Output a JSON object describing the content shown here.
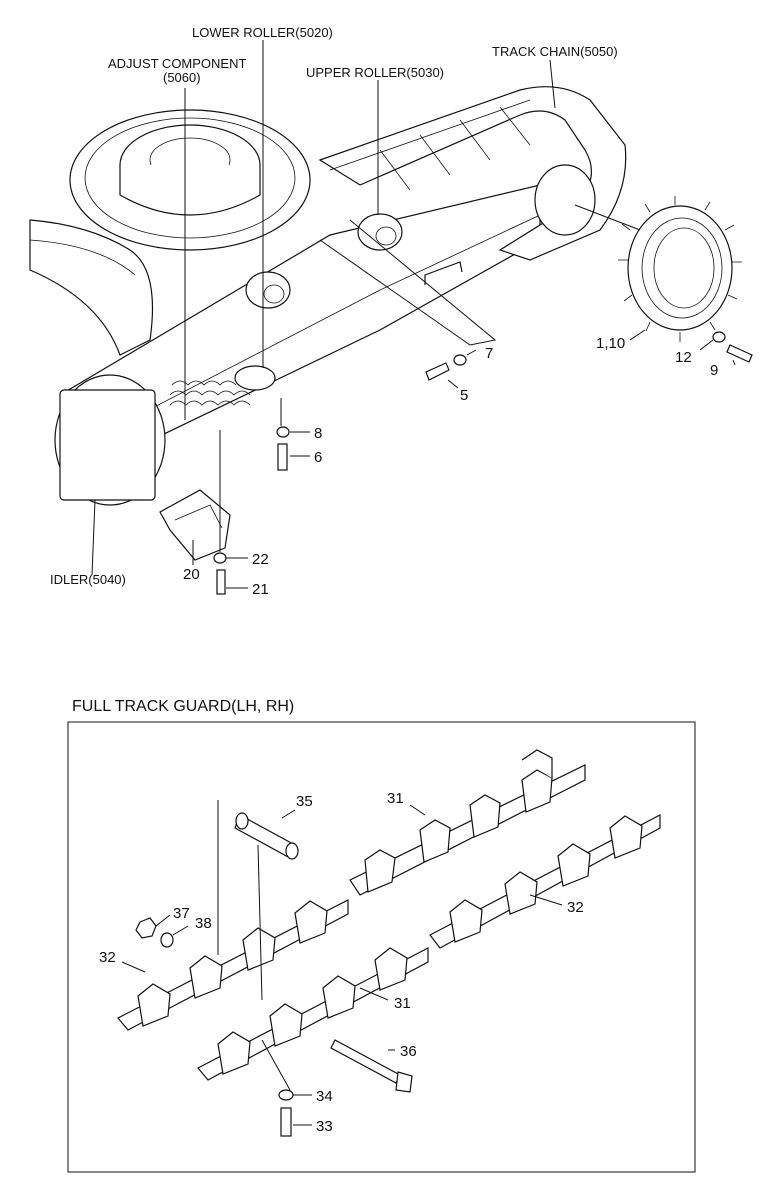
{
  "labels": {
    "lower_roller": "LOWER ROLLER(5020)",
    "adjust_component_1": "ADJUST COMPONENT",
    "adjust_component_2": "(5060)",
    "upper_roller": "UPPER ROLLER(5030)",
    "track_chain": "TRACK CHAIN(5050)",
    "idler": "IDLER(5040)",
    "guard_title": "FULL TRACK GUARD(LH, RH)"
  },
  "callouts": {
    "c1_10": "1,10",
    "c12": "12",
    "c9": "9",
    "c7": "7",
    "c5": "5",
    "c8": "8",
    "c6": "6",
    "c22": "22",
    "c20": "20",
    "c21": "21",
    "c35": "35",
    "c31a": "31",
    "c37": "37",
    "c38": "38",
    "c32a": "32",
    "c32b": "32",
    "c31b": "31",
    "c36": "36",
    "c34": "34",
    "c33": "33"
  }
}
